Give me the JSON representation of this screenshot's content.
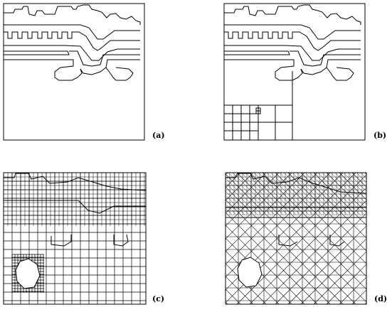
{
  "panels": [
    {
      "id": "a",
      "label": "(a)"
    },
    {
      "id": "b",
      "label": "(b)"
    },
    {
      "id": "c",
      "label": "(c)"
    },
    {
      "id": "d",
      "label": "(d)"
    }
  ],
  "colors": {
    "line": "#000000",
    "background": "#ffffff"
  }
}
